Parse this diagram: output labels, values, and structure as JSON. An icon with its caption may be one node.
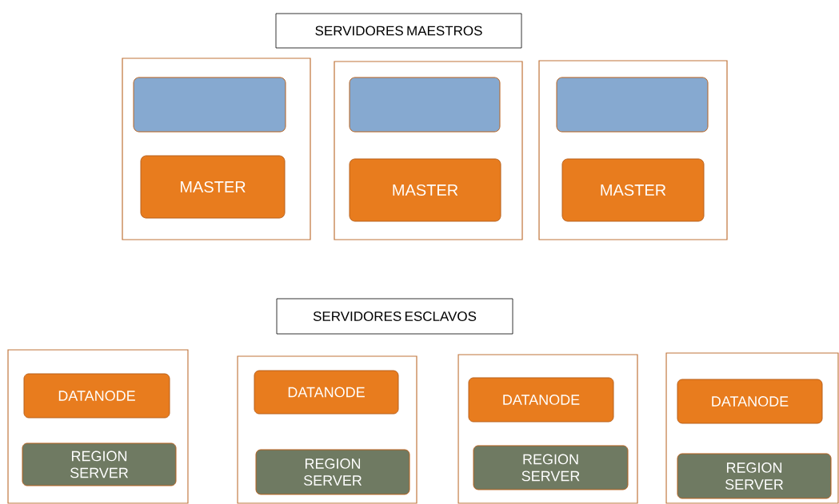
{
  "diagram": {
    "nodes": [
      {
        "text": [
          "SERVIDORES MAESTROS"
        ]
      },
      {
        "text": [],
        "shape": "box"
      },
      {
        "text": [],
        "shape": "box",
        "in": 1
      },
      {
        "text": [
          "MASTER"
        ],
        "in": 1
      },
      {
        "text": [],
        "shape": "box"
      },
      {
        "text": [],
        "shape": "box",
        "in": 4
      },
      {
        "text": [
          "MASTER"
        ],
        "in": 4
      },
      {
        "text": [],
        "shape": "box"
      },
      {
        "text": [],
        "shape": "box",
        "in": 7
      },
      {
        "text": [
          "MASTER"
        ],
        "in": 7
      },
      {
        "text": [
          "SERVIDORES ESCLAVOS"
        ]
      },
      {
        "text": [],
        "shape": "box"
      },
      {
        "text": [
          "DATANODE"
        ],
        "in": 11
      },
      {
        "text": [
          "REGION SERVER"
        ],
        "in": 11
      },
      {
        "text": [],
        "shape": "box"
      },
      {
        "text": [
          "DATANODE"
        ],
        "in": 14
      },
      {
        "text": [
          "REGION SERVER"
        ],
        "in": 14
      },
      {
        "text": [],
        "shape": "box"
      },
      {
        "text": [
          "DATANODE"
        ],
        "in": 17
      },
      {
        "text": [
          "REGION SERVER"
        ],
        "in": 17
      },
      {
        "text": [],
        "shape": "box"
      },
      {
        "text": [
          "DATANODE"
        ],
        "in": 20
      },
      {
        "text": [
          "REGION SERVER"
        ],
        "in": 20
      }
    ]
  }
}
